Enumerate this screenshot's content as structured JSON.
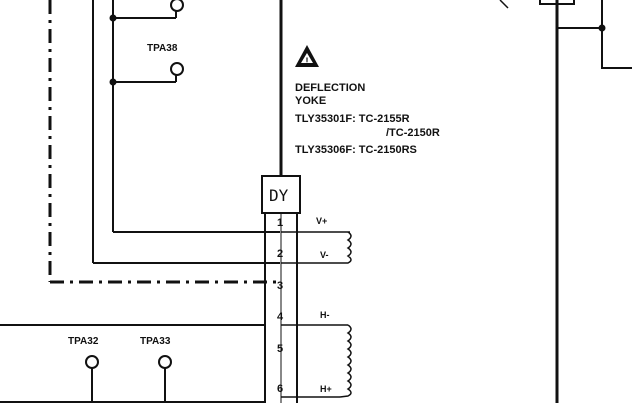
{
  "diagram": {
    "test_points": {
      "top": "TPA38",
      "bottom_left": "TPA32",
      "bottom_right": "TPA33"
    },
    "warning_symbol": "caution-triangle",
    "deflection_yoke": {
      "title_line1": "DEFLECTION",
      "title_line2": "YOKE",
      "part_line1": "TLY35301F: TC-2155R",
      "part_line2": "/TC-2150R",
      "part_line3": "TLY35306F: TC-2150RS"
    },
    "connector": {
      "label": "DY",
      "pins": [
        "1",
        "2",
        "3",
        "4",
        "5",
        "6"
      ],
      "signals": {
        "pin1": "V+",
        "pin2": "V-",
        "pin4": "H-",
        "pin6": "H+"
      }
    }
  }
}
